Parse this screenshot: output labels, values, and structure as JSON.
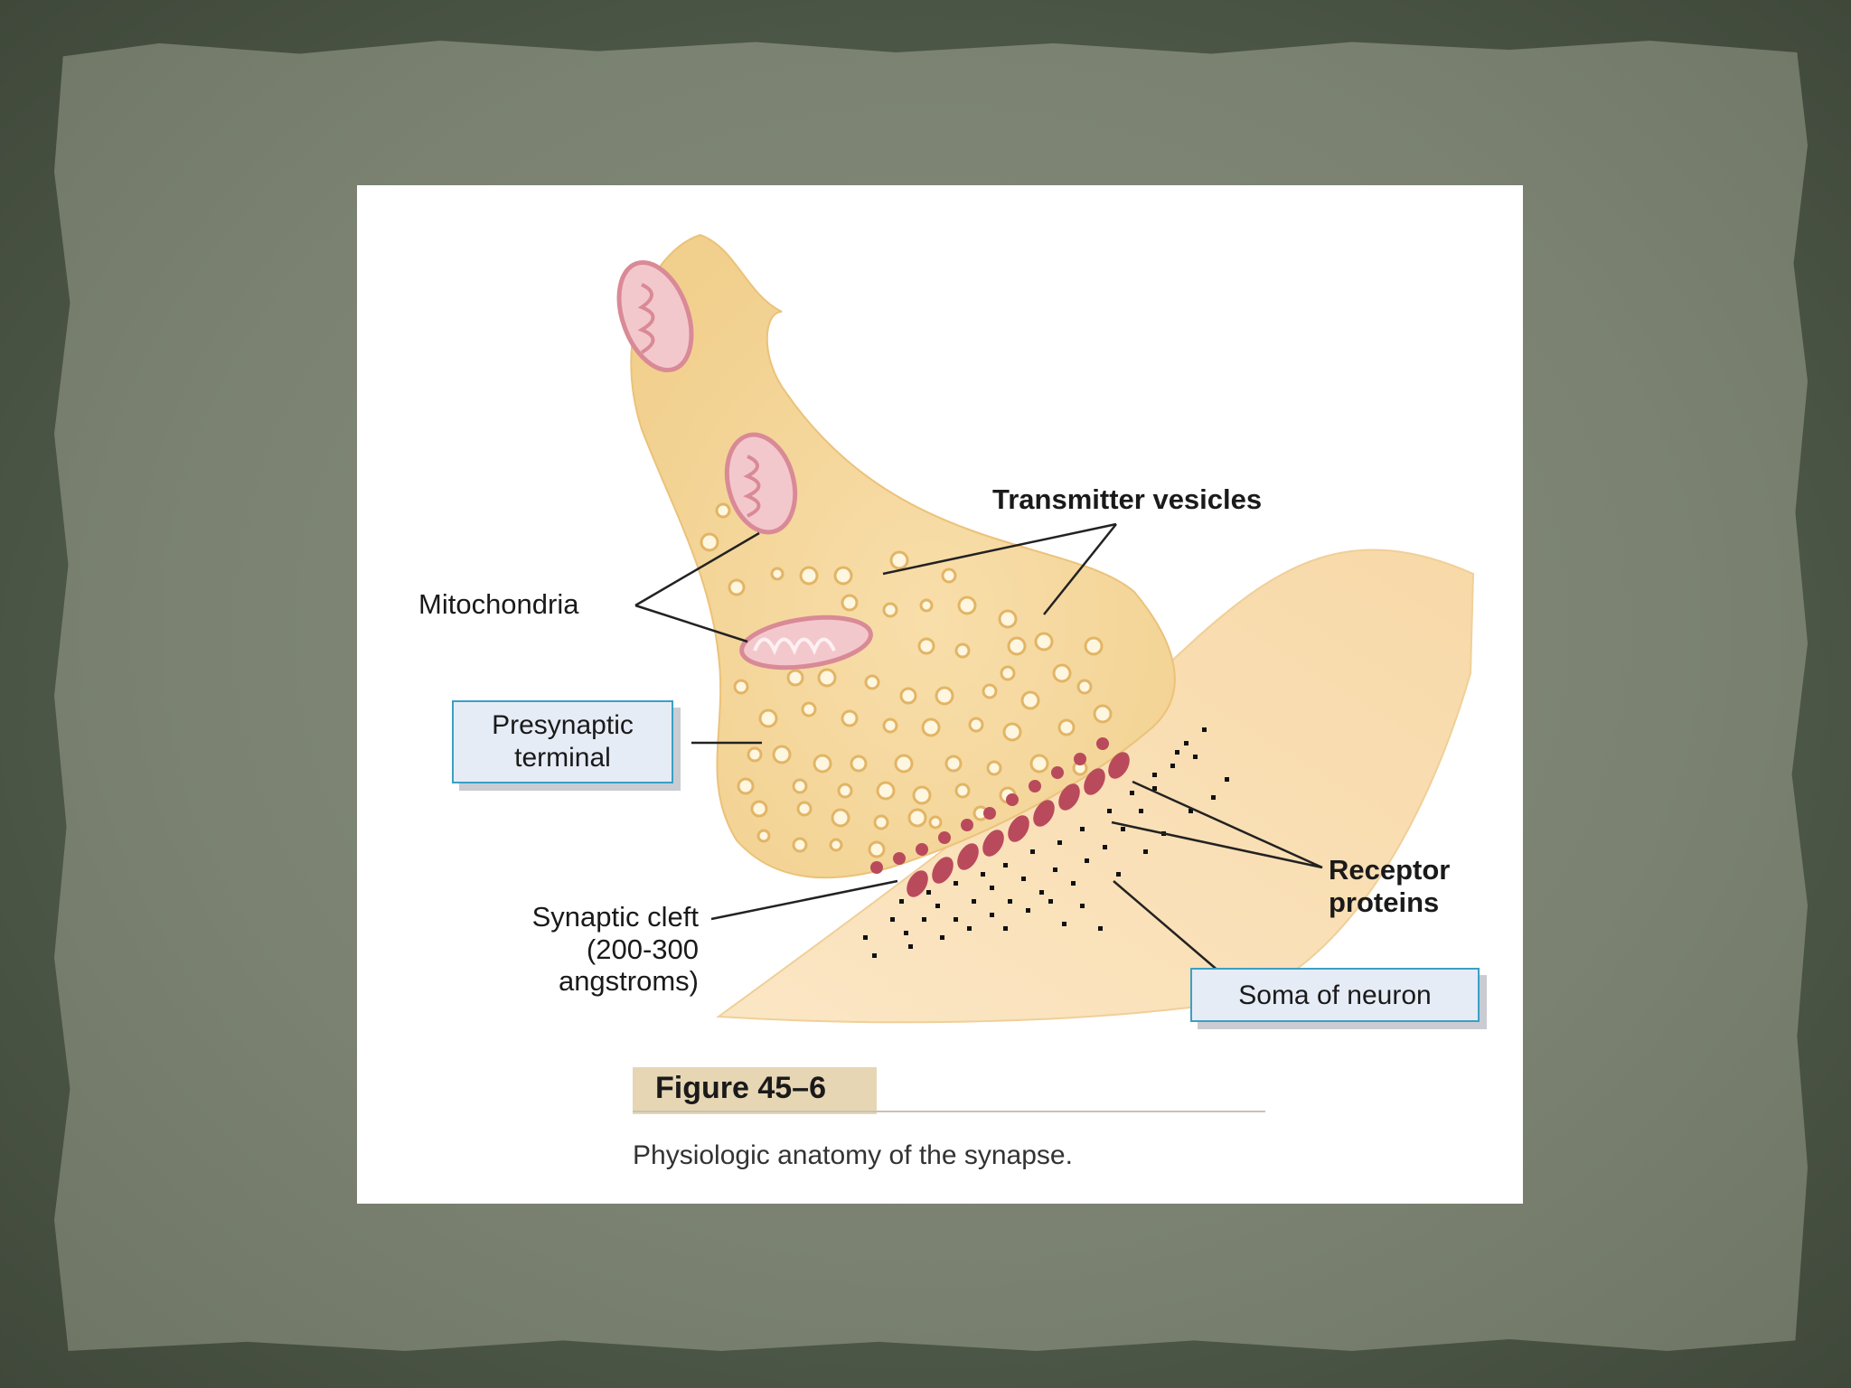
{
  "labels": {
    "transmitter_vesicles": "Transmitter vesicles",
    "mitochondria": "Mitochondria",
    "presynaptic_terminal_line1": "Presynaptic",
    "presynaptic_terminal_line2": "terminal",
    "synaptic_cleft_line1": "Synaptic cleft",
    "synaptic_cleft_line2": "(200-300",
    "synaptic_cleft_line3": "angstroms)",
    "receptor_proteins_line1": "Receptor",
    "receptor_proteins_line2": "proteins",
    "soma_of_neuron": "Soma of neuron"
  },
  "figure": {
    "number": "Figure 45–6",
    "caption": "Physiologic anatomy of the synapse."
  },
  "colors": {
    "terminal_fill": "#f5d9a0",
    "soma_fill": "#fbe3bc",
    "mitochondria": "#d98a96",
    "receptor": "#b94a5c",
    "label_box_border": "#3b9fc4",
    "background_slate": "#7b8272"
  }
}
